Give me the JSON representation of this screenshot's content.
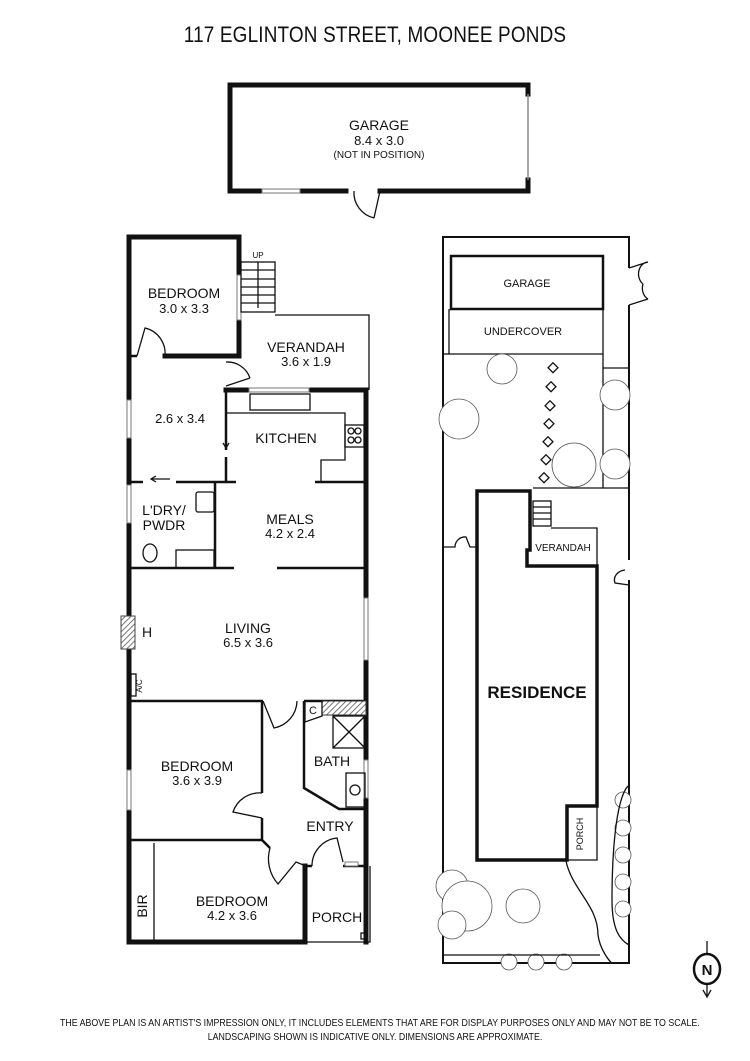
{
  "title": "117 EGLINTON STREET, MOONEE PONDS",
  "detached_garage": {
    "name": "GARAGE",
    "dimensions": "8.4 x 3.0",
    "note": "(NOT IN POSITION)"
  },
  "floor_plan": {
    "rooms": [
      {
        "id": "bedroom1",
        "name": "BEDROOM",
        "dimensions": "3.0 x 3.3"
      },
      {
        "id": "verandah",
        "name": "VERANDAH",
        "dimensions": "3.6 x 1.9"
      },
      {
        "id": "study",
        "name": "",
        "dimensions": "2.6 x 3.4"
      },
      {
        "id": "kitchen",
        "name": "KITCHEN",
        "dimensions": ""
      },
      {
        "id": "laundry",
        "name": "L'DRY/",
        "name2": "PWDR",
        "dimensions": ""
      },
      {
        "id": "meals",
        "name": "MEALS",
        "dimensions": "4.2 x 2.4"
      },
      {
        "id": "living",
        "name": "LIVING",
        "dimensions": "6.5 x 3.6"
      },
      {
        "id": "bedroom2",
        "name": "BEDROOM",
        "dimensions": "3.6 x 3.9"
      },
      {
        "id": "bath",
        "name": "BATH",
        "dimensions": ""
      },
      {
        "id": "entry",
        "name": "ENTRY",
        "dimensions": ""
      },
      {
        "id": "bedroom3",
        "name": "BEDROOM",
        "dimensions": "4.2 x 3.6"
      },
      {
        "id": "porch",
        "name": "PORCH",
        "dimensions": ""
      }
    ],
    "annotations": {
      "stairs": "UP",
      "heater": "H",
      "aircon": "A/C",
      "cupboard": "C",
      "built_in_robe": "BIR"
    }
  },
  "site_plan": {
    "garage": "GARAGE",
    "undercover": "UNDERCOVER",
    "verandah": "VERANDAH",
    "residence": "RESIDENCE",
    "porch": "PORCH"
  },
  "compass": {
    "label": "N"
  },
  "disclaimer": {
    "line1": "THE ABOVE PLAN IS AN ARTIST'S IMPRESSION ONLY, IT INCLUDES ELEMENTS THAT ARE FOR DISPLAY PURPOSES ONLY AND MAY NOT BE TO SCALE.",
    "line2": "LANDSCAPING SHOWN IS INDICATIVE ONLY. DIMENSIONS ARE APPROXIMATE."
  }
}
